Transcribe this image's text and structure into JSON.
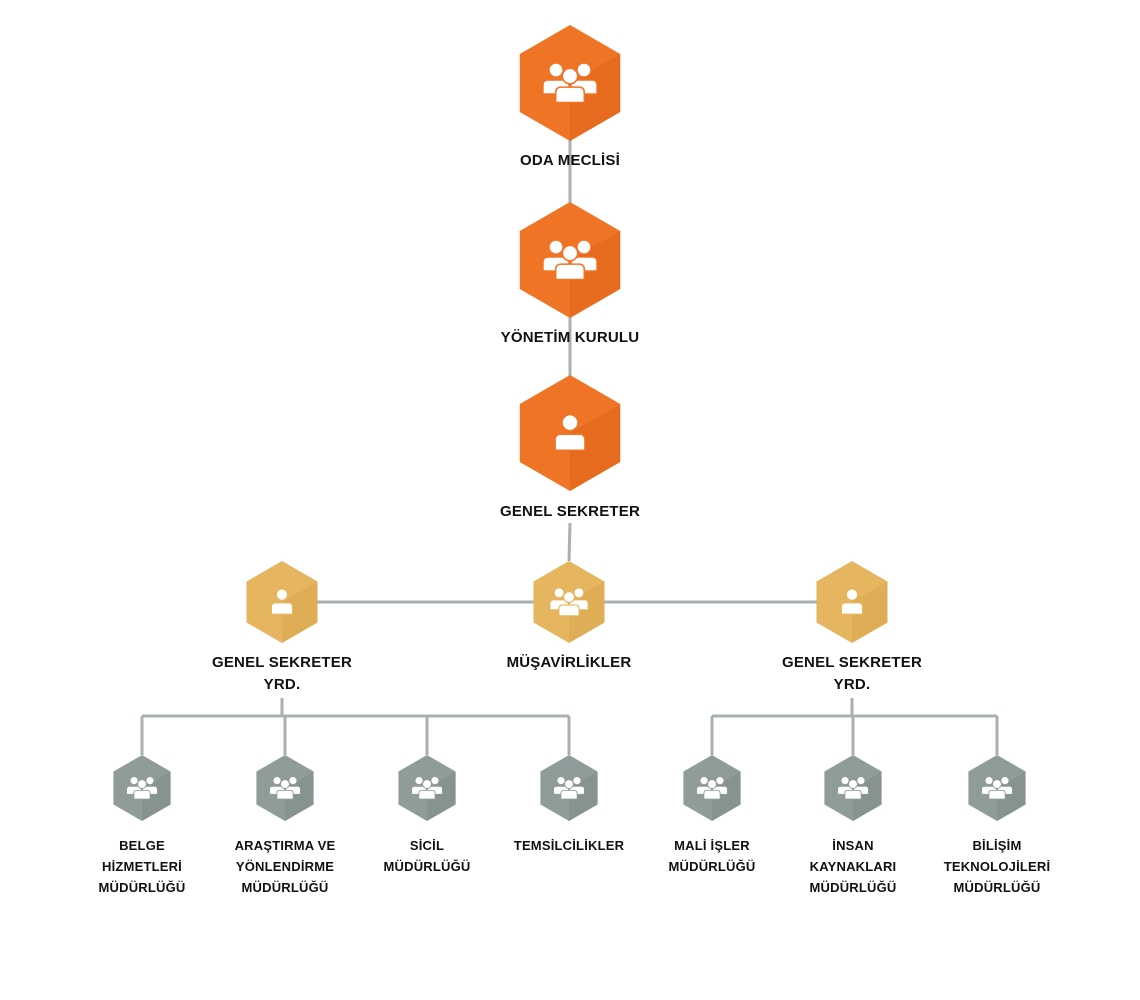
{
  "colors": {
    "connector": "#a9b1b0",
    "level1": "#f07426",
    "level1_shade": "#e0641a",
    "level2": "#e6b560",
    "level2_shade": "#d9a54e",
    "level3": "#8f9c9a",
    "level3_shade": "#7f8c8a",
    "icon_fill": "#ffffff"
  },
  "nodes": [
    {
      "id": "oda-meclisi",
      "level": 1,
      "icon": "group-icon",
      "label": "ODA MECLİSİ"
    },
    {
      "id": "yonetim-kurulu",
      "level": 1,
      "icon": "group-icon",
      "label": "YÖNETİM KURULU"
    },
    {
      "id": "genel-sekreter",
      "level": 1,
      "icon": "person-icon",
      "label": "GENEL SEKRETER"
    },
    {
      "id": "gs-yrd-left",
      "level": 2,
      "icon": "person-icon",
      "label": "GENEL SEKRETER YRD."
    },
    {
      "id": "musavirlikler",
      "level": 2,
      "icon": "group-icon",
      "label": "MÜŞAVİRLİKLER"
    },
    {
      "id": "gs-yrd-right",
      "level": 2,
      "icon": "person-icon",
      "label": "GENEL SEKRETER YRD."
    },
    {
      "id": "belge",
      "level": 3,
      "icon": "group-icon",
      "label": "BELGE HİZMETLERİ MÜDÜRLÜĞÜ"
    },
    {
      "id": "arastirma",
      "level": 3,
      "icon": "group-icon",
      "label": "ARAŞTIRMA VE YÖNLENDİRME MÜDÜRLÜĞÜ"
    },
    {
      "id": "sicil",
      "level": 3,
      "icon": "group-icon",
      "label": "SİCİL MÜDÜRLÜĞÜ"
    },
    {
      "id": "temsilcilikler",
      "level": 3,
      "icon": "group-icon",
      "label": "TEMSİLCİLİKLER"
    },
    {
      "id": "mali",
      "level": 3,
      "icon": "group-icon",
      "label": "MALİ İŞLER MÜDÜRLÜĞÜ"
    },
    {
      "id": "insan",
      "level": 3,
      "icon": "group-icon",
      "label": "İNSAN KAYNAKLARI MÜDÜRLÜĞÜ"
    },
    {
      "id": "bilisim",
      "level": 3,
      "icon": "group-icon",
      "label": "BİLİŞİM TEKNOLOJİLERİ MÜDÜRLÜĞÜ"
    }
  ],
  "edges": [
    [
      "oda-meclisi",
      "yonetim-kurulu"
    ],
    [
      "yonetim-kurulu",
      "genel-sekreter"
    ],
    [
      "genel-sekreter",
      "musavirlikler"
    ],
    [
      "gs-yrd-left",
      "musavirlikler"
    ],
    [
      "musavirlikler",
      "gs-yrd-right"
    ],
    [
      "gs-yrd-left",
      "belge"
    ],
    [
      "gs-yrd-left",
      "arastirma"
    ],
    [
      "gs-yrd-left",
      "sicil"
    ],
    [
      "gs-yrd-left",
      "temsilcilikler"
    ],
    [
      "gs-yrd-right",
      "mali"
    ],
    [
      "gs-yrd-right",
      "insan"
    ],
    [
      "gs-yrd-right",
      "bilisim"
    ]
  ]
}
